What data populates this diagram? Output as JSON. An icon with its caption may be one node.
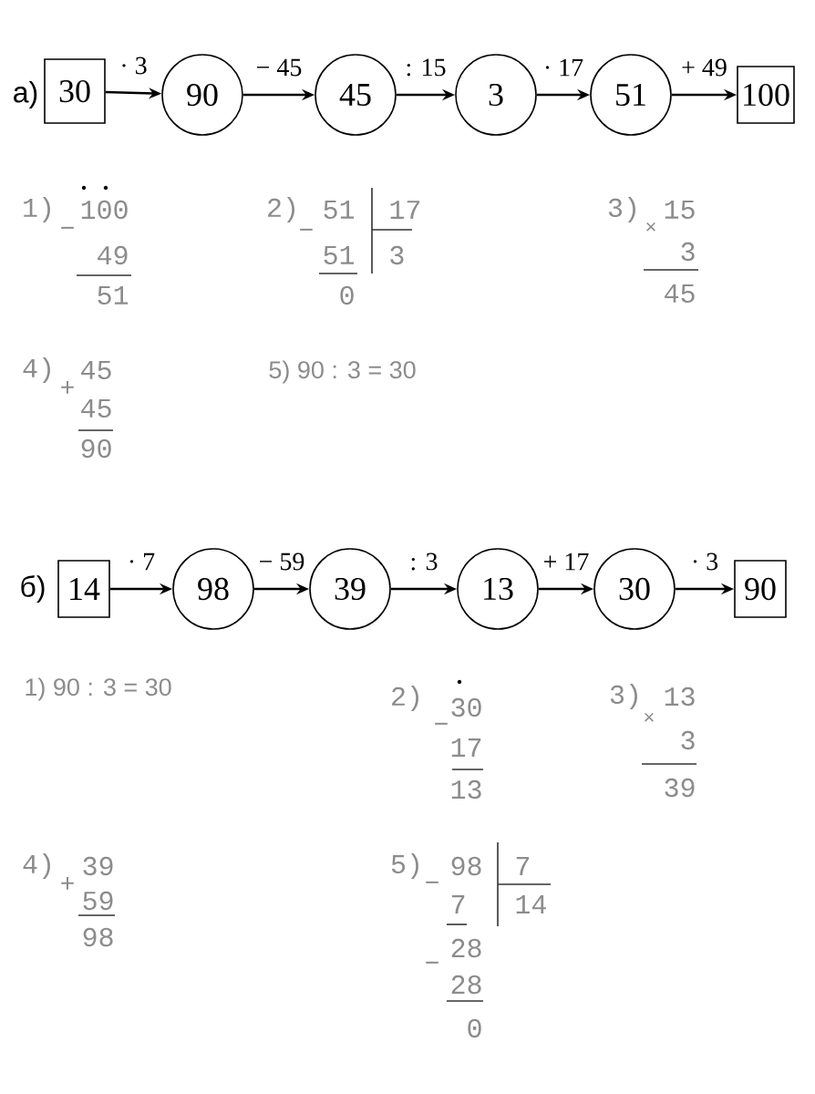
{
  "diagram": {
    "nodes": [
      {
        "text": [
          "30"
        ]
      },
      {
        "text": [
          "90"
        ]
      },
      {
        "text": [
          "45"
        ]
      },
      {
        "text": [
          "3"
        ]
      },
      {
        "text": [
          "51"
        ]
      },
      {
        "text": [
          "100"
        ]
      },
      {
        "text": [
          "14"
        ]
      },
      {
        "text": [
          "98"
        ]
      },
      {
        "text": [
          "39"
        ]
      },
      {
        "text": [
          "13"
        ]
      },
      {
        "text": [
          "30"
        ]
      },
      {
        "text": [
          "90"
        ]
      }
    ],
    "edges": [
      {
        "from": 0,
        "to": 1,
        "arrow": "to",
        "label": "· 3"
      },
      {
        "from": 1,
        "to": 2,
        "arrow": "to",
        "label": "− 45"
      },
      {
        "from": 2,
        "to": 3,
        "arrow": "to",
        "label": ": 15"
      },
      {
        "from": 3,
        "to": 4,
        "arrow": "to",
        "label": "· 17"
      },
      {
        "from": 4,
        "to": 5,
        "arrow": "to",
        "label": "+ 49"
      },
      {
        "from": 6,
        "to": 7,
        "arrow": "to",
        "label": "· 7"
      },
      {
        "from": 7,
        "to": 8,
        "arrow": "to",
        "label": "− 59"
      },
      {
        "from": 8,
        "to": 9,
        "arrow": "to",
        "label": ": 3"
      },
      {
        "from": 9,
        "to": 10,
        "arrow": "to",
        "label": "+ 17"
      },
      {
        "from": 10,
        "to": 11,
        "arrow": "to",
        "label": "· 3"
      }
    ],
    "labels": [
      "а)",
      "1)",
      "100",
      "−",
      "49",
      "51",
      "2)",
      "51",
      "17",
      "−",
      "51",
      "3",
      "0",
      "3)",
      "15",
      "×",
      "3",
      "45",
      "4)",
      "45",
      "+",
      "45",
      "90",
      "5) 90 : 3 = 30",
      "б)",
      "1) 90 : 3 = 30",
      "2)",
      "30",
      "−",
      "17",
      "13",
      "3)",
      "13",
      "×",
      "3",
      "39",
      "4)",
      "39",
      "+",
      "59",
      "98",
      "5)",
      "98",
      "7",
      "−",
      "7",
      "14",
      "28",
      "−",
      "28",
      "0"
    ]
  }
}
